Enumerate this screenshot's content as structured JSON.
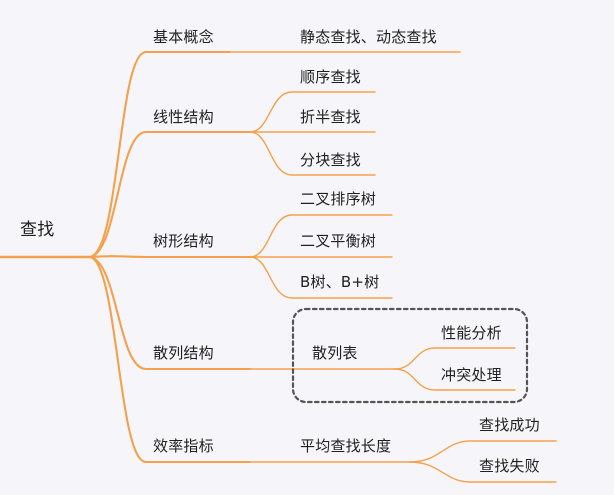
{
  "colors": {
    "branch": "#f5a04a",
    "boundary": "#555555",
    "background": "#f6f6fa",
    "text": "#1f1f1f"
  },
  "mindmap": {
    "root": "查找",
    "branches": [
      {
        "label": "基本概念",
        "children": [
          "静态查找、动态查找"
        ]
      },
      {
        "label": "线性结构",
        "children": [
          "顺序查找",
          "折半查找",
          "分块查找"
        ]
      },
      {
        "label": "树形结构",
        "children": [
          "二叉排序树",
          "二叉平衡树",
          "B树、B+树"
        ]
      },
      {
        "label": "散列结构",
        "child": "散列表",
        "grandchildren": [
          "性能分析",
          "冲突处理"
        ]
      },
      {
        "label": "效率指标",
        "child": "平均查找长度",
        "grandchildren": [
          "查找成功",
          "查找失败"
        ]
      }
    ]
  }
}
